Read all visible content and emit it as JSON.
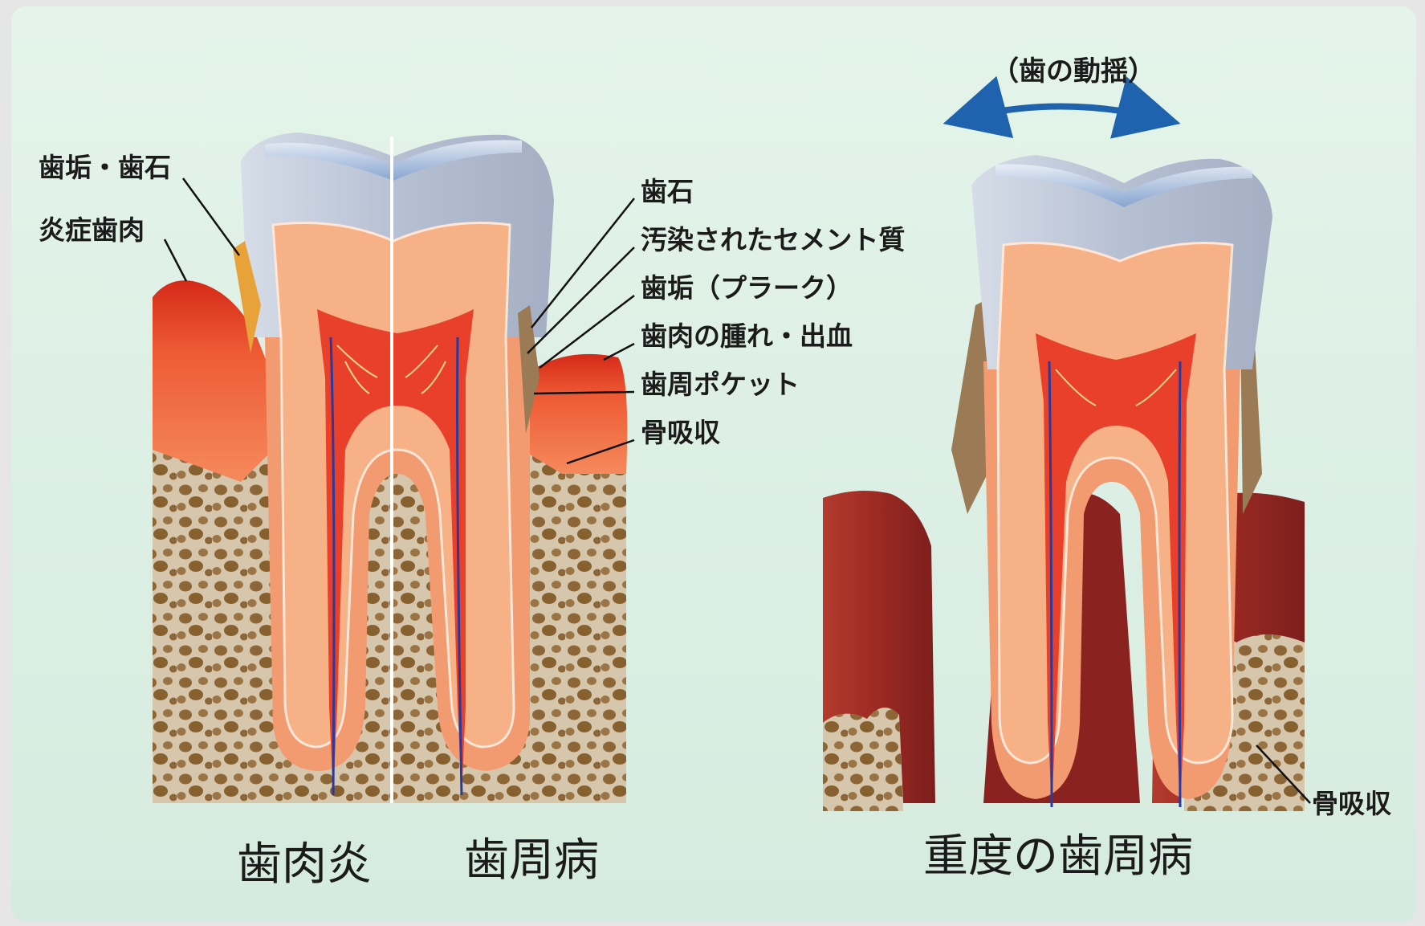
{
  "left_diagram": {
    "callouts_left": [
      "歯垢・歯石",
      "炎症歯肉"
    ],
    "callouts_right": [
      "歯石",
      "汚染されたセメント質",
      "歯垢（プラーク）",
      "歯肉の腫れ・出血",
      "歯周ポケット",
      "骨吸収"
    ],
    "caption_gingivitis": "歯肉炎",
    "caption_periodontitis": "歯周病"
  },
  "right_diagram": {
    "mobility_label": "（歯の動揺）",
    "bone_label": "骨吸収",
    "caption": "重度の歯周病"
  },
  "colors": {
    "background": "#dcefe4",
    "enamel": "#b9c3d6",
    "dentin": "#f6a57a",
    "pulp": "#e8402a",
    "gum": "#d8452c",
    "bone": "#d4c3a8",
    "bone_pores": "#8f6a3c",
    "arrow": "#1f63ae"
  }
}
